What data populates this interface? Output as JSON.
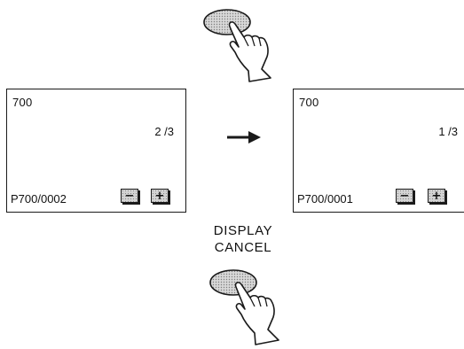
{
  "left_screen": {
    "title": "700",
    "page": "2 /3",
    "code": "P700/0002",
    "minus_label": "−",
    "plus_label": "+"
  },
  "right_screen": {
    "title": "700",
    "page": "1 /3",
    "code": "P700/0001",
    "minus_label": "−",
    "plus_label": "+"
  },
  "button_label": {
    "line1": "DISPLAY",
    "line2": "CANCEL"
  },
  "colors": {
    "ink": "#1a1a1a",
    "button_fill": "#d4d4d4"
  },
  "icons": {
    "top": "finger-pressing-button-icon",
    "arrow": "right-arrow-icon",
    "bottom": "finger-pressing-button-icon"
  }
}
